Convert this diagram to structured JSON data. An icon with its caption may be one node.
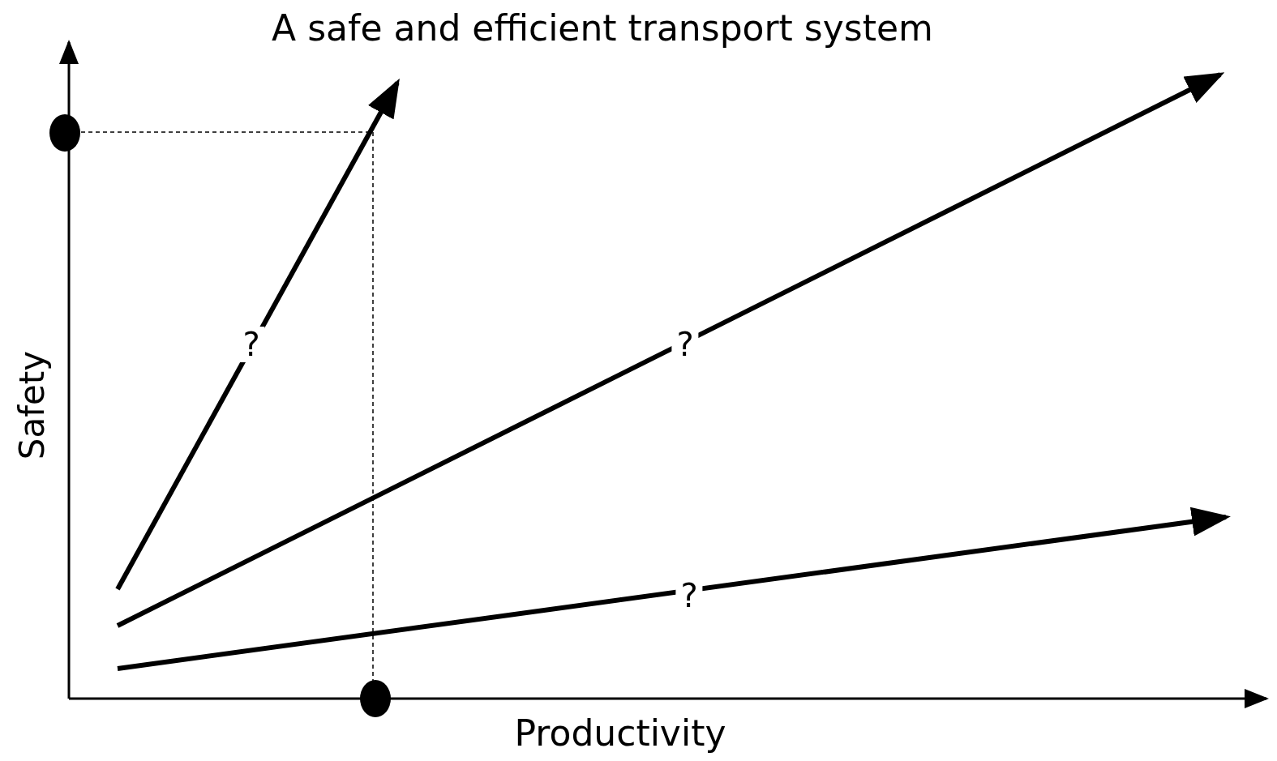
{
  "diagram": {
    "title": "A safe and efficient transport system",
    "labels": [
      "?",
      "?",
      "Safety",
      "?",
      "Productivity"
    ]
  }
}
